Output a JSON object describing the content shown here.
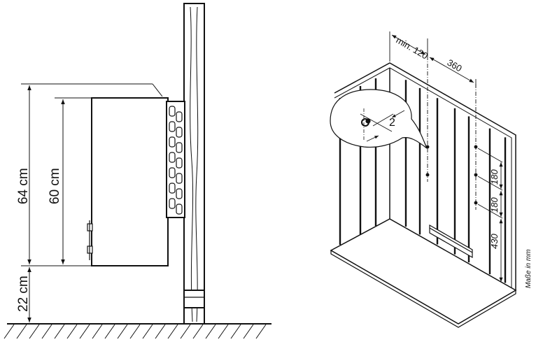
{
  "side_view": {
    "dim_total": "64 cm",
    "dim_heater": "60 cm",
    "dim_floor": "22 cm"
  },
  "iso_view": {
    "dim_min_side": "min. 120",
    "dim_width": "360",
    "dim_detail": "2",
    "dim_upper": "180",
    "dim_middle": "180",
    "dim_lower": "430",
    "units_note": "Maße in mm"
  },
  "colors": {
    "line": "#111111",
    "background": "#ffffff"
  }
}
